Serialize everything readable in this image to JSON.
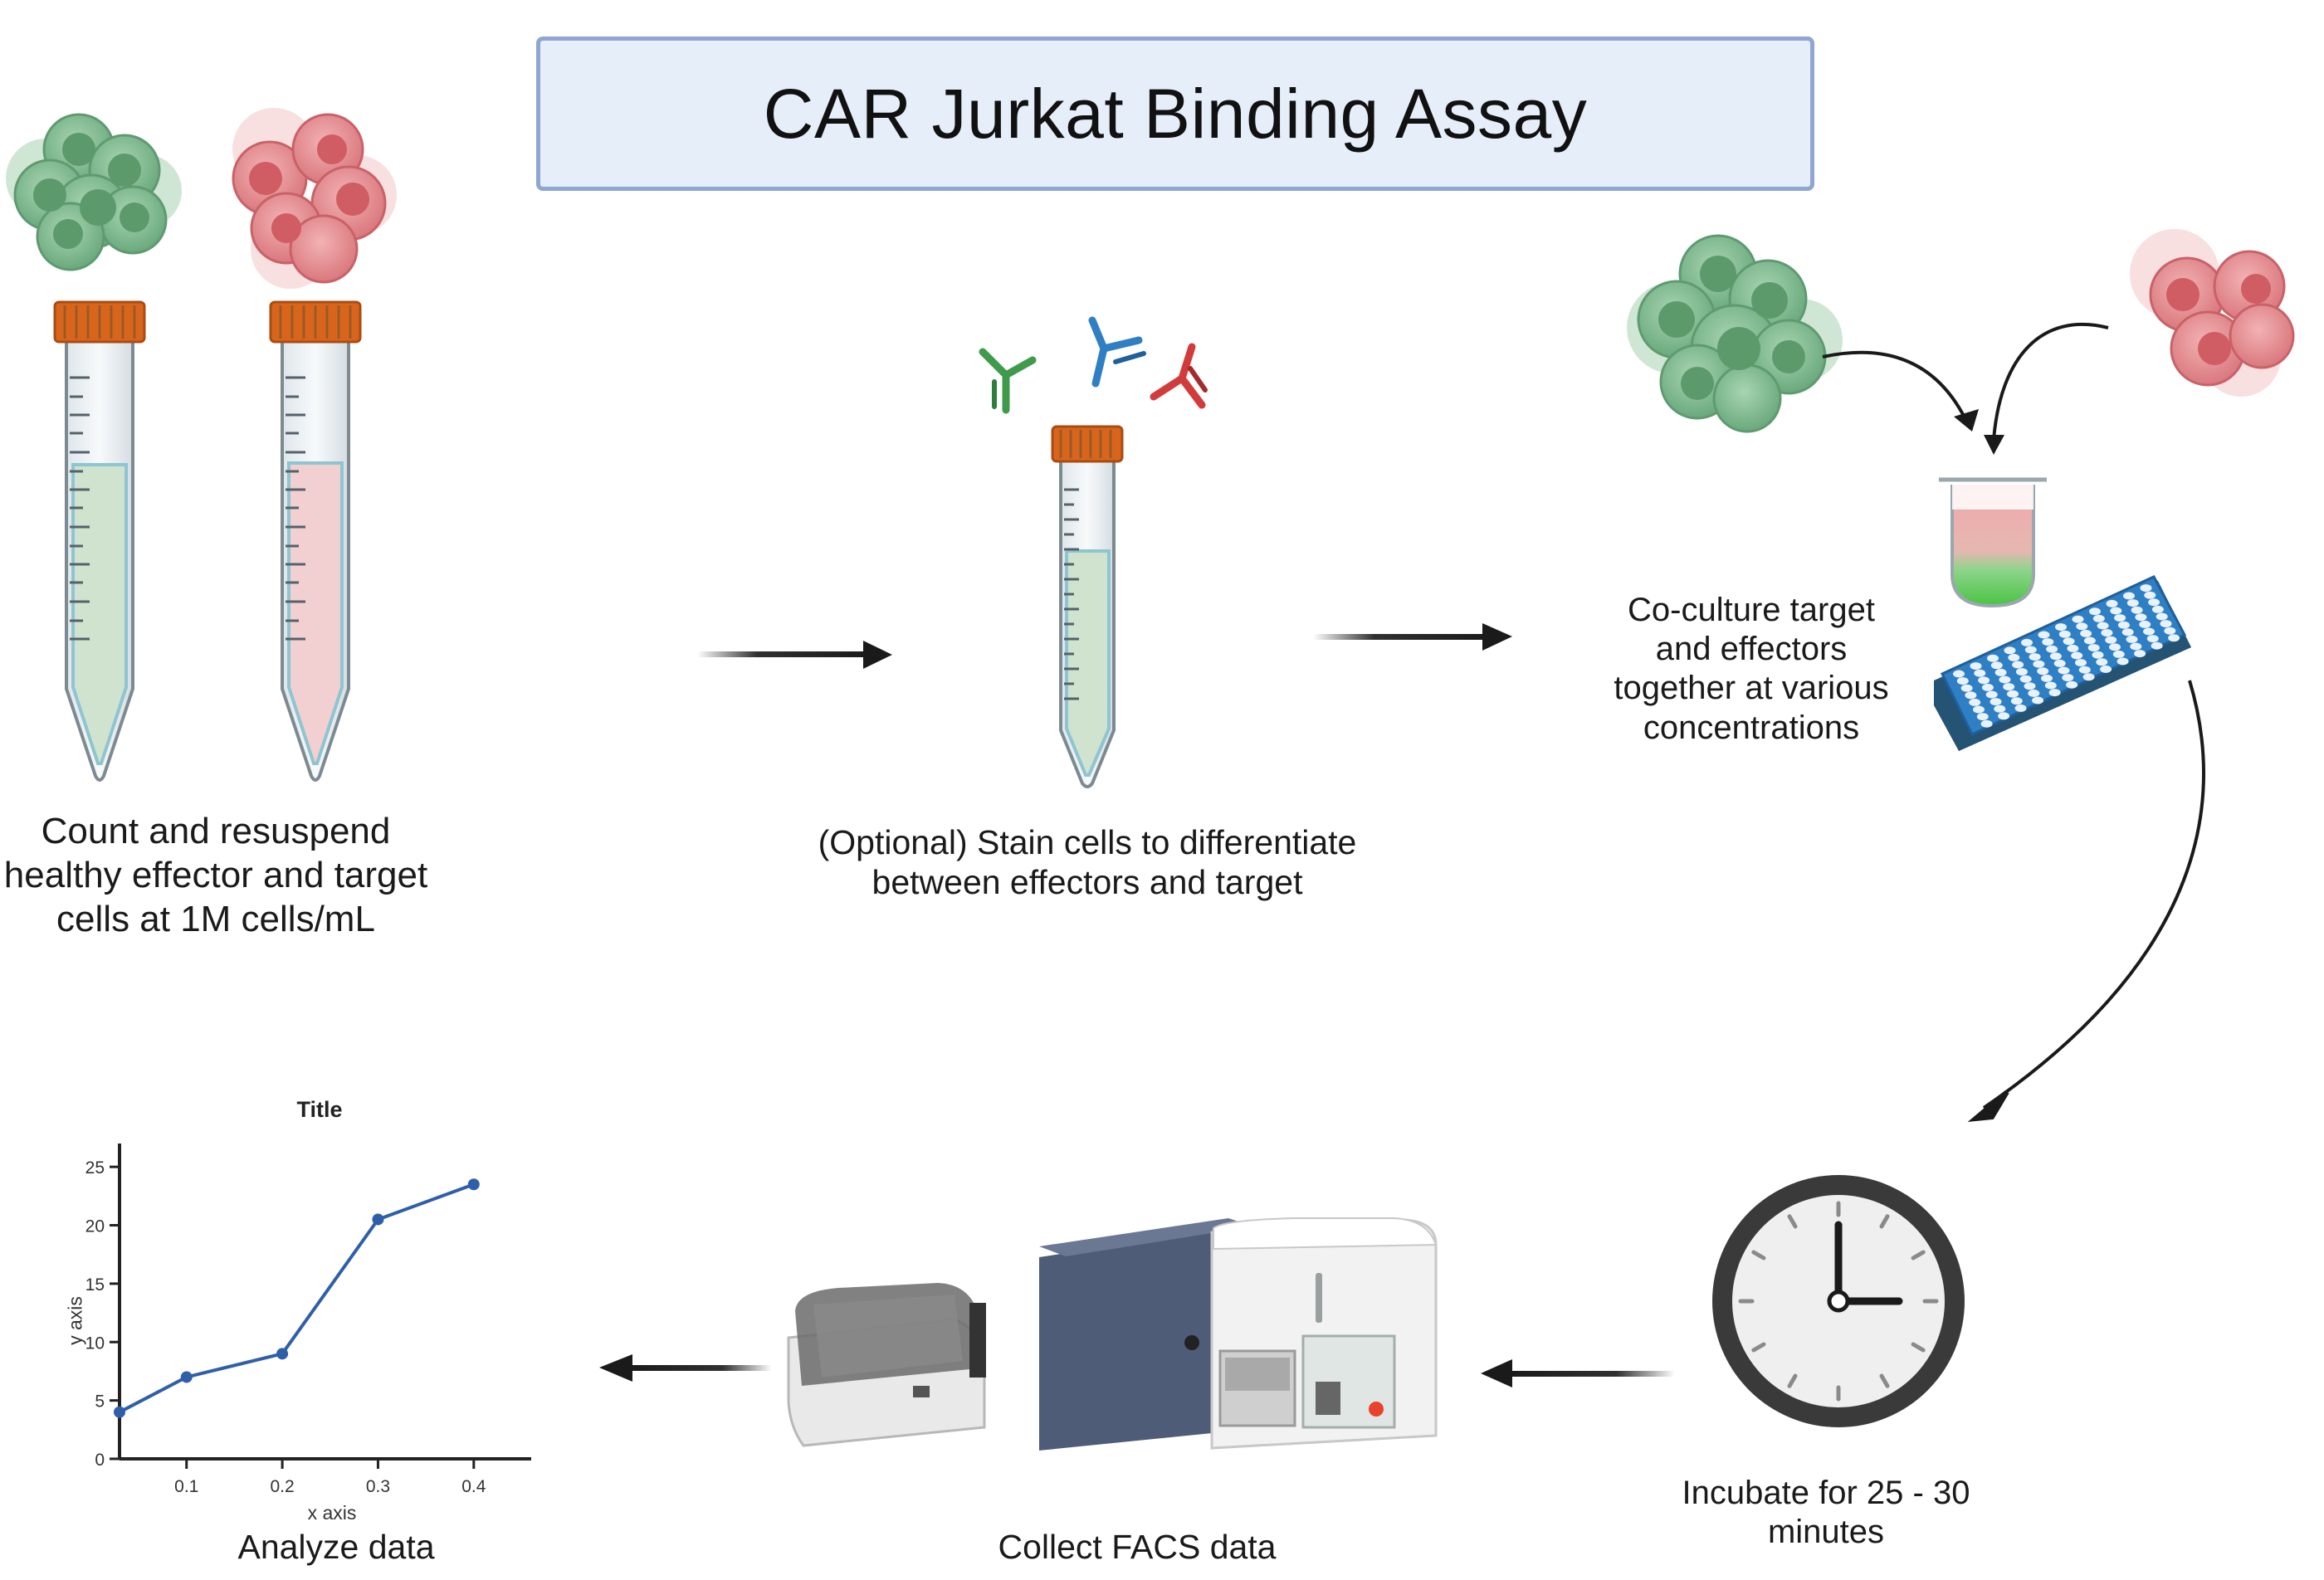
{
  "diagram": {
    "title": "CAR Jurkat Binding Assay",
    "steps": [
      {
        "id": "count",
        "caption": "Count and resuspend healthy effector and target cells at 1M cells/mL"
      },
      {
        "id": "stain",
        "caption": "(Optional) Stain cells to differentiate between effectors and target"
      },
      {
        "id": "coculture",
        "caption": "Co-culture target and effectors together at various concentrations"
      },
      {
        "id": "incubate",
        "caption": "Incubate for 25 - 30 minutes"
      },
      {
        "id": "facs",
        "caption": "Collect FACS data"
      },
      {
        "id": "analyze",
        "caption": "Analyze data"
      }
    ]
  },
  "colors": {
    "title_fill": "#e6eef9",
    "title_border": "#8fa5d2",
    "effector_cells": "#7cb58c",
    "target_cells": "#e58a8e",
    "tube_cap": "#d9651d",
    "plate": "#2f7fc4",
    "chart_line": "#2f5fa8"
  },
  "chart_data": {
    "type": "line",
    "title": "Title",
    "xlabel": "x axis",
    "ylabel": "y axis",
    "x_ticks": [
      "0.1",
      "0.2",
      "0.3",
      "0.4"
    ],
    "y_ticks": [
      "0",
      "5",
      "10",
      "15",
      "20",
      "25"
    ],
    "xlim": [
      0.03,
      0.46
    ],
    "ylim": [
      0,
      27
    ],
    "series": [
      {
        "x": [
          0.03,
          0.1,
          0.2,
          0.3,
          0.4
        ],
        "y": [
          4,
          7,
          9,
          20.5,
          23.5
        ]
      }
    ]
  }
}
